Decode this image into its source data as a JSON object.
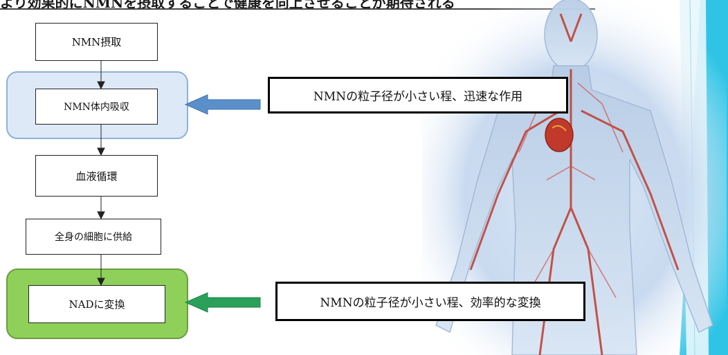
{
  "header": {
    "title": "より効果的にNMNを摂取することで健康を向上させることが期待される"
  },
  "flow": {
    "step1": "NMN摂取",
    "step2": "NMN体内吸収",
    "step3": "血液循環",
    "step4": "全身の細胞に供給",
    "step5": "NADに変換"
  },
  "notes": {
    "absorption": "NMNの粒子径が小さい程、迅速な作用",
    "conversion": "NMNの粒子径が小さい程、効率的な変換"
  },
  "colors": {
    "blue_group": "#dde9f6",
    "green_group": "#8fd05a",
    "blue_arrow": "#5b8fc9",
    "green_arrow": "#2aa05a",
    "deco_teal": "#2fc4e6"
  }
}
